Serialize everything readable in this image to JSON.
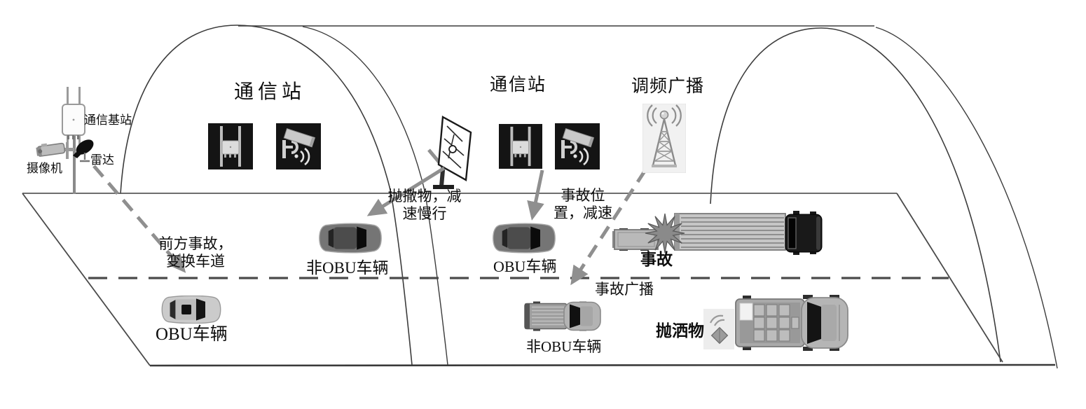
{
  "colors": {
    "arrow_gray": "#8f8f8f",
    "line_dark": "#3c3c3c",
    "icon_black_bg": "#141414",
    "vehicle_dark": "#757575",
    "vehicle_light": "#cbcbcb"
  },
  "roadside_unit": {
    "base_station_label": "通信基站",
    "camera_label": "摄像机",
    "radar_label": "雷达"
  },
  "stations": [
    {
      "label": "通信站"
    },
    {
      "label": "通信站"
    }
  ],
  "fm_broadcast": {
    "label": "调频广播"
  },
  "messages": {
    "lane_change": {
      "line1": "前方事故，",
      "line2": "变换车道"
    },
    "debris_slow": {
      "line1": "抛撒物，减",
      "line2": "速慢行"
    },
    "accident_position": {
      "line1": "事故位",
      "line2": "置，减速"
    },
    "accident_broadcast": "事故广播"
  },
  "vehicles": {
    "non_obu_upper": "非OBU车辆",
    "obu_upper": "OBU车辆",
    "obu_lower": "OBU车辆",
    "non_obu_lower": "非OBU车辆"
  },
  "incidents": {
    "accident_label": "事故",
    "spilled_object_label": "抛洒物"
  }
}
